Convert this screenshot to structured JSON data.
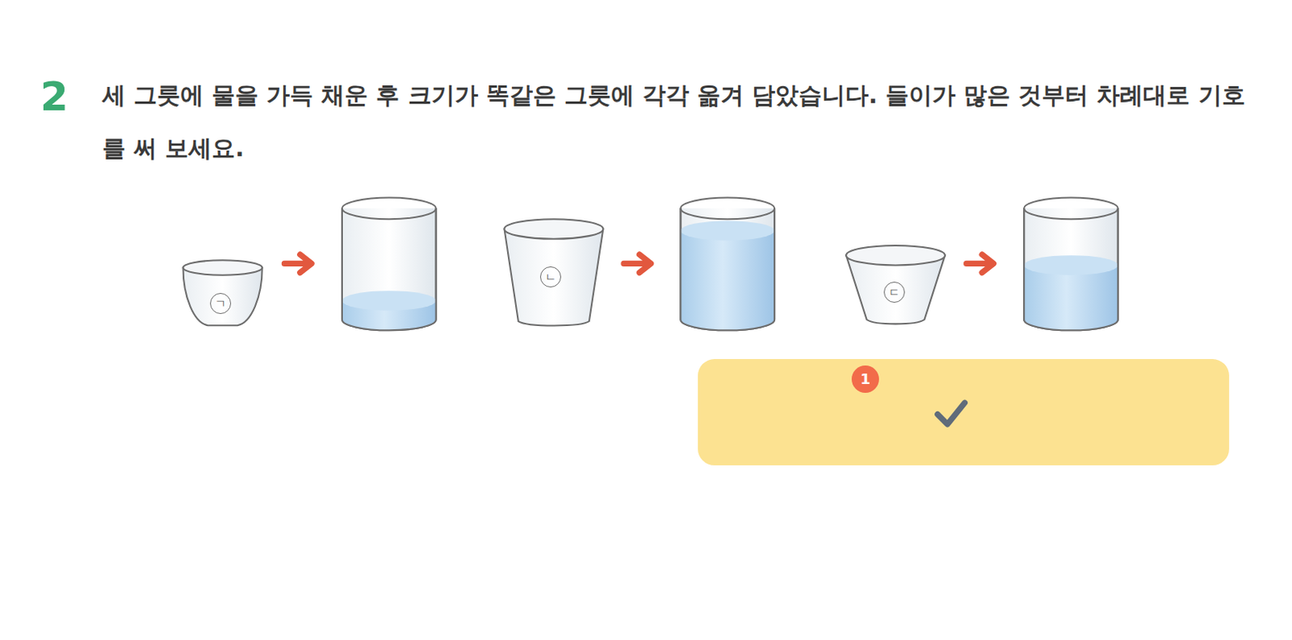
{
  "diagram": {
    "nodes": [
      {
        "text": [
          "1"
        ]
      }
    ],
    "labels": [
      "2",
      "세 그릇에 물을 가득 채운 후 크기가 똑같은 그릇에 각각 옮겨 담았습니다. 들이가 많은 것부터 차례대로 기호를 써 보세요.",
      "ㄱ",
      "ㄴ",
      "ㄷ"
    ]
  }
}
